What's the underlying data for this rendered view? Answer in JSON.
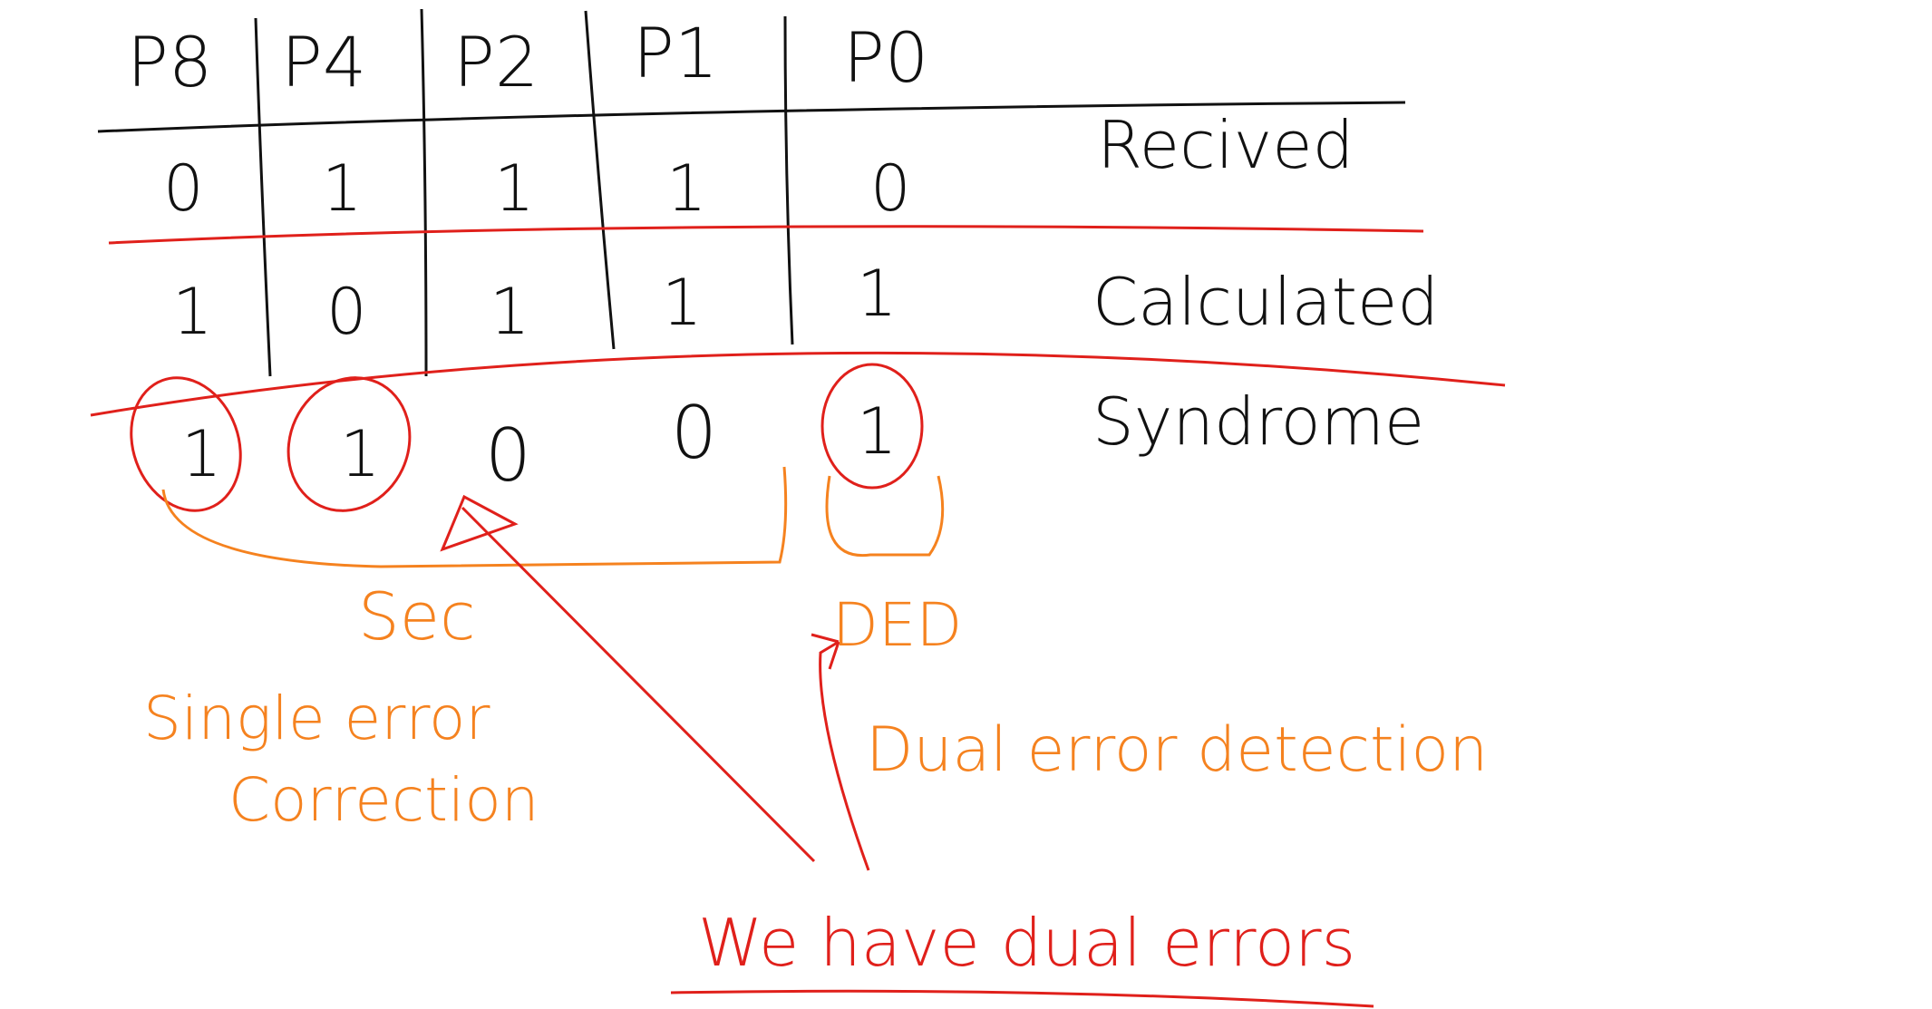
{
  "table": {
    "headers": [
      "P8",
      "P4",
      "P2",
      "P1",
      "P0"
    ],
    "rows": [
      {
        "label": "Recived",
        "values": [
          "0",
          "1",
          "1",
          "1",
          "0"
        ]
      },
      {
        "label": "Calculated",
        "values": [
          "1",
          "0",
          "1",
          "1",
          "1"
        ]
      },
      {
        "label": "Syndrome",
        "values": [
          "1",
          "1",
          "0",
          "0",
          "1"
        ]
      }
    ]
  },
  "annotations": {
    "sec_label": "Sec",
    "sec_desc_line1": "Single error",
    "sec_desc_line2": "Correction",
    "ded_label": "DED",
    "ded_desc": "Dual error detection",
    "conclusion": "We have dual errors"
  },
  "colors": {
    "ink": "#111111",
    "highlight": "#e0201b",
    "annotation": "#f5821f"
  }
}
